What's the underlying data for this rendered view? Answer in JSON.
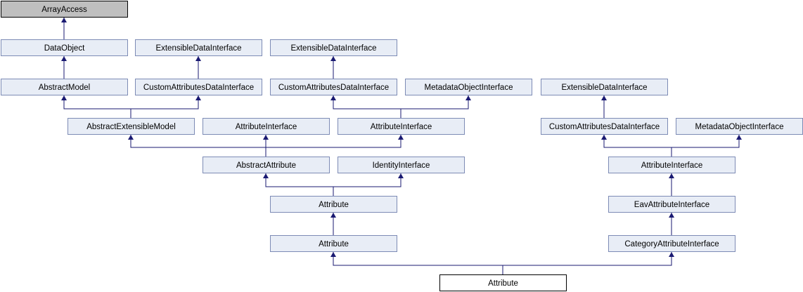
{
  "colors": {
    "node_fill": "#e8edf6",
    "node_stroke": "#7d8bb5",
    "edge": "#1a1a72",
    "root_fill": "#bfbfbf",
    "root_stroke": "#000000",
    "focus_fill": "#ffffff",
    "focus_stroke": "#000000"
  },
  "nodes": [
    {
      "id": "n1",
      "label": "ArrayAccess",
      "style": "root"
    },
    {
      "id": "n2",
      "label": "DataObject"
    },
    {
      "id": "n3",
      "label": "ExtensibleDataInterface"
    },
    {
      "id": "n4",
      "label": "ExtensibleDataInterface"
    },
    {
      "id": "n5",
      "label": "AbstractModel"
    },
    {
      "id": "n6",
      "label": "CustomAttributesDataInterface"
    },
    {
      "id": "n7",
      "label": "CustomAttributesDataInterface"
    },
    {
      "id": "n8",
      "label": "MetadataObjectInterface"
    },
    {
      "id": "n9",
      "label": "ExtensibleDataInterface"
    },
    {
      "id": "n10",
      "label": "AbstractExtensibleModel"
    },
    {
      "id": "n11",
      "label": "AttributeInterface"
    },
    {
      "id": "n12",
      "label": "AttributeInterface"
    },
    {
      "id": "n13",
      "label": "CustomAttributesDataInterface"
    },
    {
      "id": "n14",
      "label": "MetadataObjectInterface"
    },
    {
      "id": "n15",
      "label": "AbstractAttribute"
    },
    {
      "id": "n16",
      "label": "IdentityInterface"
    },
    {
      "id": "n17",
      "label": "AttributeInterface"
    },
    {
      "id": "n18",
      "label": "Attribute"
    },
    {
      "id": "n19",
      "label": "EavAttributeInterface"
    },
    {
      "id": "n20",
      "label": "Attribute"
    },
    {
      "id": "n21",
      "label": "CategoryAttributeInterface"
    },
    {
      "id": "n22",
      "label": "Attribute",
      "style": "focus"
    }
  ],
  "edges": [
    {
      "from": "n2",
      "to": "n1"
    },
    {
      "from": "n5",
      "to": "n2"
    },
    {
      "from": "n6",
      "to": "n3"
    },
    {
      "from": "n7",
      "to": "n4"
    },
    {
      "from": "n10",
      "to": "n5"
    },
    {
      "from": "n10",
      "to": "n6"
    },
    {
      "from": "n12",
      "to": "n7"
    },
    {
      "from": "n12",
      "to": "n8"
    },
    {
      "from": "n13",
      "to": "n9"
    },
    {
      "from": "n15",
      "to": "n10"
    },
    {
      "from": "n15",
      "to": "n11"
    },
    {
      "from": "n15",
      "to": "n12"
    },
    {
      "from": "n17",
      "to": "n13"
    },
    {
      "from": "n17",
      "to": "n14"
    },
    {
      "from": "n18",
      "to": "n15"
    },
    {
      "from": "n18",
      "to": "n16"
    },
    {
      "from": "n19",
      "to": "n17"
    },
    {
      "from": "n20",
      "to": "n18"
    },
    {
      "from": "n21",
      "to": "n19"
    },
    {
      "from": "n22",
      "to": "n20"
    },
    {
      "from": "n22",
      "to": "n21"
    }
  ]
}
